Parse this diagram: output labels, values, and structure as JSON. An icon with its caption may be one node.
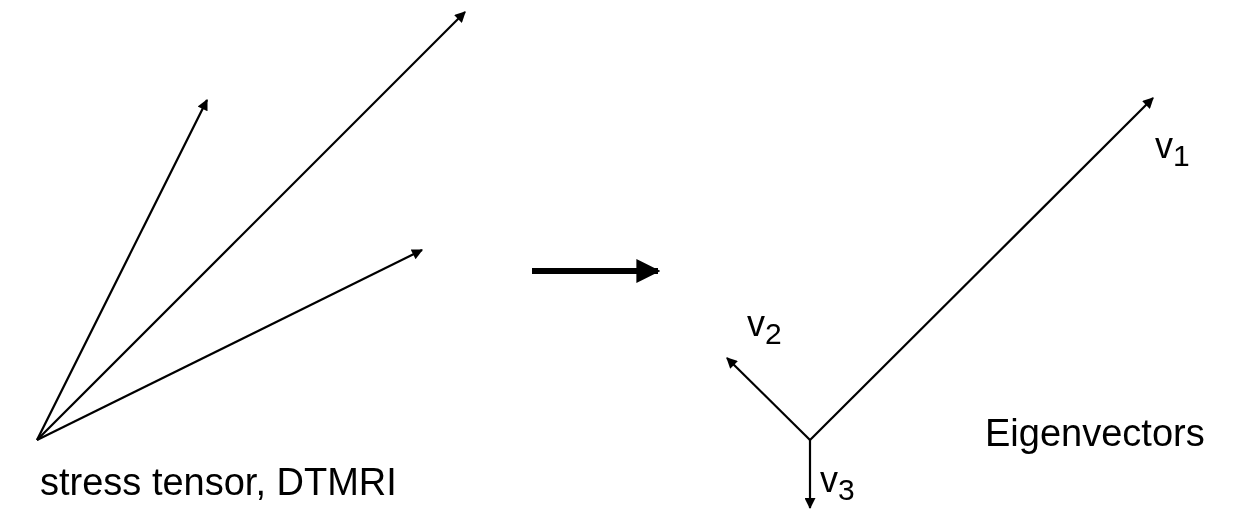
{
  "diagram": {
    "nodes": [
      {
        "text": [],
        "shape": "picture"
      },
      {
        "text": [],
        "shape": "picture"
      }
    ],
    "edges": [
      {
        "from": 0,
        "to": 1,
        "arrow": "to"
      }
    ],
    "labels": [
      "stress tensor, DTMRI",
      "v$_{1}$",
      "v$_{2}$",
      "v$_{3}$",
      "Eigenvectors"
    ]
  }
}
